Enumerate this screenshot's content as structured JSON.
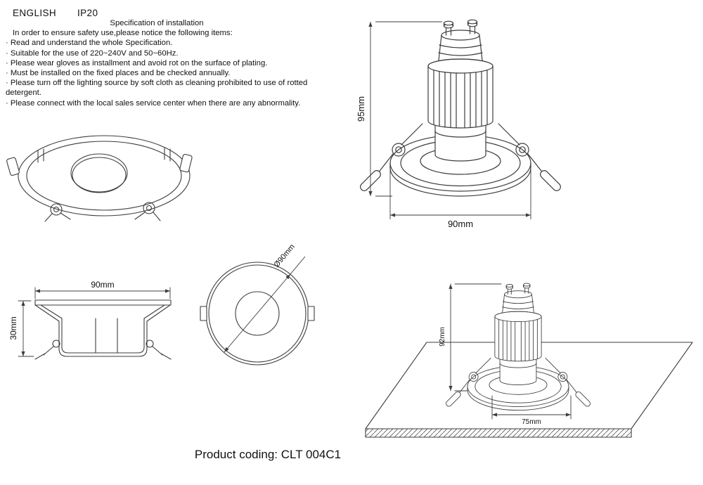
{
  "header": {
    "language_label": "ENGLISH",
    "ip_rating": "IP20"
  },
  "specification": {
    "title": "Specification of installation",
    "intro": "In order to ensure safety use,please notice the following items:",
    "items": [
      "· Read and understand the whole Specification.",
      "· Suitable for the use of 220~240V and 50~60Hz.",
      "· Please wear gloves as installment and avoid rot on the surface of plating.",
      "· Must be installed on the fixed places and be checked annually.",
      "· Please turn off the lighting source by soft cloth as cleaning prohibited to use of rotted detergent.",
      "· Please connect with the local sales service center when there are any abnormality."
    ]
  },
  "drawings": {
    "assembled_view": {
      "height_dim": "95mm",
      "width_dim": "90mm"
    },
    "side_view": {
      "width_dim": "90mm",
      "height_dim": "30mm"
    },
    "top_view": {
      "diameter_dim": "Ø90mm"
    },
    "installation_view": {
      "height_dim": "92mm",
      "cutout_dim": "75mm"
    }
  },
  "footer": {
    "product_coding": "Product coding: CLT 004C1"
  },
  "colors": {
    "line": "#3d3d3d",
    "text": "#111111",
    "background": "#ffffff"
  }
}
